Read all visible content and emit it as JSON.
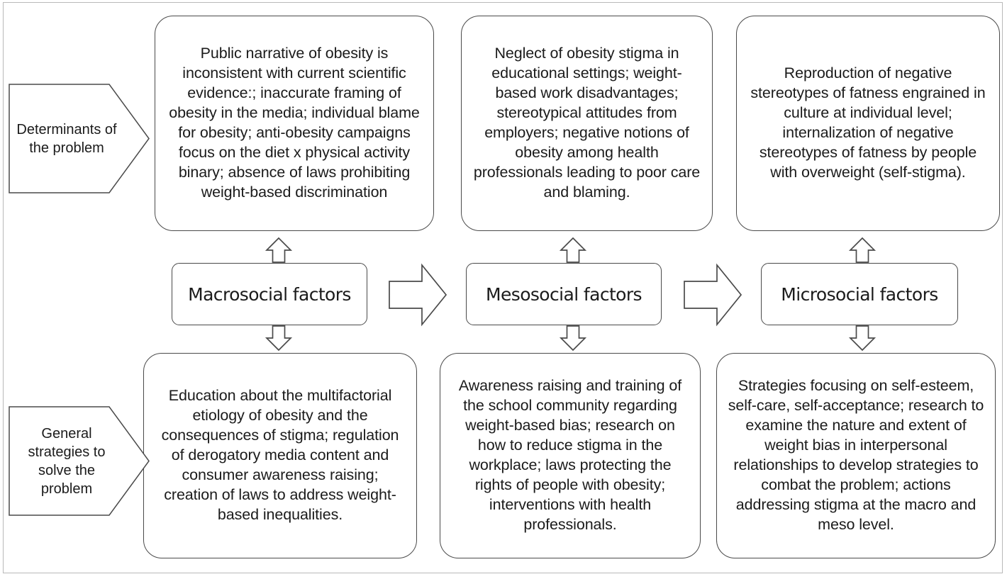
{
  "figure": {
    "type": "socioecological-framework-diagram",
    "outer_frame_color": "#b9b9b9",
    "box_border_color": "#4a4a4a",
    "text_color": "#1b1b1b",
    "background": "#ffffff"
  },
  "side_labels": [
    {
      "id": "determinants",
      "text": "Determinants of the problem"
    },
    {
      "id": "strategies",
      "text": "General strategies to solve the problem"
    }
  ],
  "tiers": [
    {
      "id": "macrosocial",
      "label": "Macrosocial factors"
    },
    {
      "id": "mesosocial",
      "label": "Mesosocial factors"
    },
    {
      "id": "microsocial",
      "label": "Microsocial factors"
    }
  ],
  "determinants": [
    {
      "tier": "macrosocial",
      "text": "Public narrative of obesity is inconsistent with current scientific evidence:; inaccurate framing of obesity in the media; individual blame for obesity; anti-obesity campaigns focus on the diet x physical activity binary; absence of laws prohibiting weight-based discrimination"
    },
    {
      "tier": "mesosocial",
      "text": "Neglect of obesity stigma in educational settings; weight-based work disadvantages; stereotypical attitudes from employers; negative notions of obesity among health professionals leading to poor care and blaming."
    },
    {
      "tier": "microsocial",
      "text": "Reproduction of negative stereotypes of fatness engrained in culture at individual level; internalization of negative stereotypes of fatness by people with overweight (self-stigma)."
    }
  ],
  "strategies": [
    {
      "tier": "macrosocial",
      "text": "Education about the multifactorial etiology of obesity and the consequences of stigma; regulation of derogatory media content and consumer awareness raising; creation of laws to address weight-based inequalities."
    },
    {
      "tier": "mesosocial",
      "text": "Awareness raising and training of the school community regarding weight-based bias; research on how to reduce stigma in the workplace; laws protecting the rights of people with obesity; interventions with health professionals."
    },
    {
      "tier": "microsocial",
      "text": "Strategies focusing on self-esteem, self-care, self-acceptance; research to examine the nature and extent of weight bias in interpersonal relationships to develop strategies to combat the problem; actions addressing stigma at the macro and meso level."
    }
  ],
  "connectors": {
    "up_arrows": [
      "macro-to-determinants",
      "meso-to-determinants",
      "micro-to-determinants"
    ],
    "down_arrows": [
      "macro-to-strategies",
      "meso-to-strategies",
      "micro-to-strategies"
    ],
    "right_arrows": [
      "macro-to-meso",
      "meso-to-micro"
    ]
  }
}
